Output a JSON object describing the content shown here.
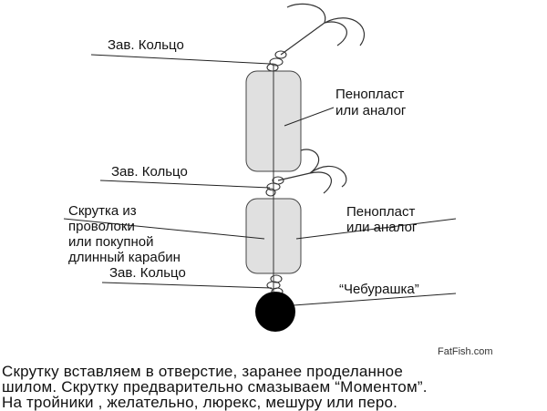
{
  "labels": {
    "ring_top": "Зав. Кольцо",
    "ring_mid": "Зав. Кольцо",
    "ring_bottom": "Зав. Кольцо",
    "foam_top": [
      "Пенопласт",
      "или аналог"
    ],
    "foam_bottom": [
      "Пенопласт",
      "или аналог"
    ],
    "twist": [
      "Скрутка из",
      "проволоки",
      "или покупной",
      "длинный карабин"
    ],
    "sinker": "“Чебурашка”"
  },
  "caption": [
    "Скрутку вставляем в отверстие, заранее проделанное",
    "шилом. Скрутку предварительно смазываем “Моментом”.",
    "На тройники , желательно, люрекс, мешуру или перо."
  ],
  "watermark": "FatFish.com"
}
